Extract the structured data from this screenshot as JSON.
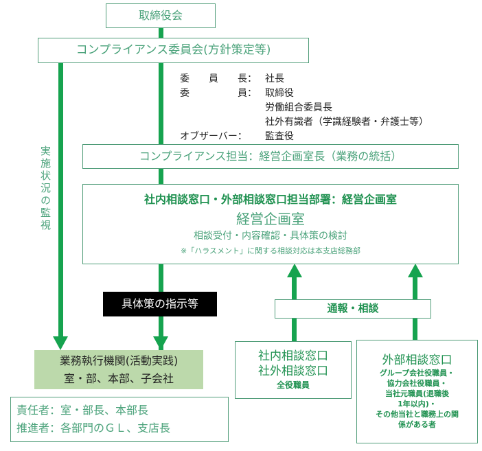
{
  "board": "取締役会",
  "committee": "コンプライアンス委員会(方針策定等)",
  "members": {
    "chair_label": "委　　員　　長：",
    "chair_value": "社長",
    "member_label": "委　　　　　員：",
    "member_values": [
      "取締役",
      "労働組合委員長",
      "社外有識者（学識経験者・弁護士等）"
    ],
    "observer_label": "オブザーバー：",
    "observer_value": "監査役"
  },
  "monitoring": "実施状況の監視",
  "compliance_officer": "コンプライアンス担当：経営企画室長（業務の統括）",
  "main_box": {
    "title": "社内相談窓口・外部相談窓口担当部署：経営企画室",
    "dept": "経営企画室",
    "duties": "相談受付・内容確認・具体策の検討",
    "note": "※「ハラスメント」に関する相談対応は本支店総務部"
  },
  "instruction": "具体策の指示等",
  "report": "通報・相談",
  "execution": {
    "line1": "業務執行機関(活動実践)",
    "line2": "室・部、本部、子会社"
  },
  "responsible": {
    "line1": "責任者：室・部長、本部長",
    "line2": "推進者：各部門のＧＬ、支店長"
  },
  "internal": {
    "line1": "社内相談窓口",
    "line2": "社外相談窓口",
    "line3": "全役職員"
  },
  "external": {
    "title": "外部相談窓口",
    "lines": [
      "グループ会社役職員・",
      "協力会社役職員・",
      "当社元職員(退職後",
      "1年以内)・",
      "その他当社と職務上の関",
      "係がある者"
    ]
  }
}
